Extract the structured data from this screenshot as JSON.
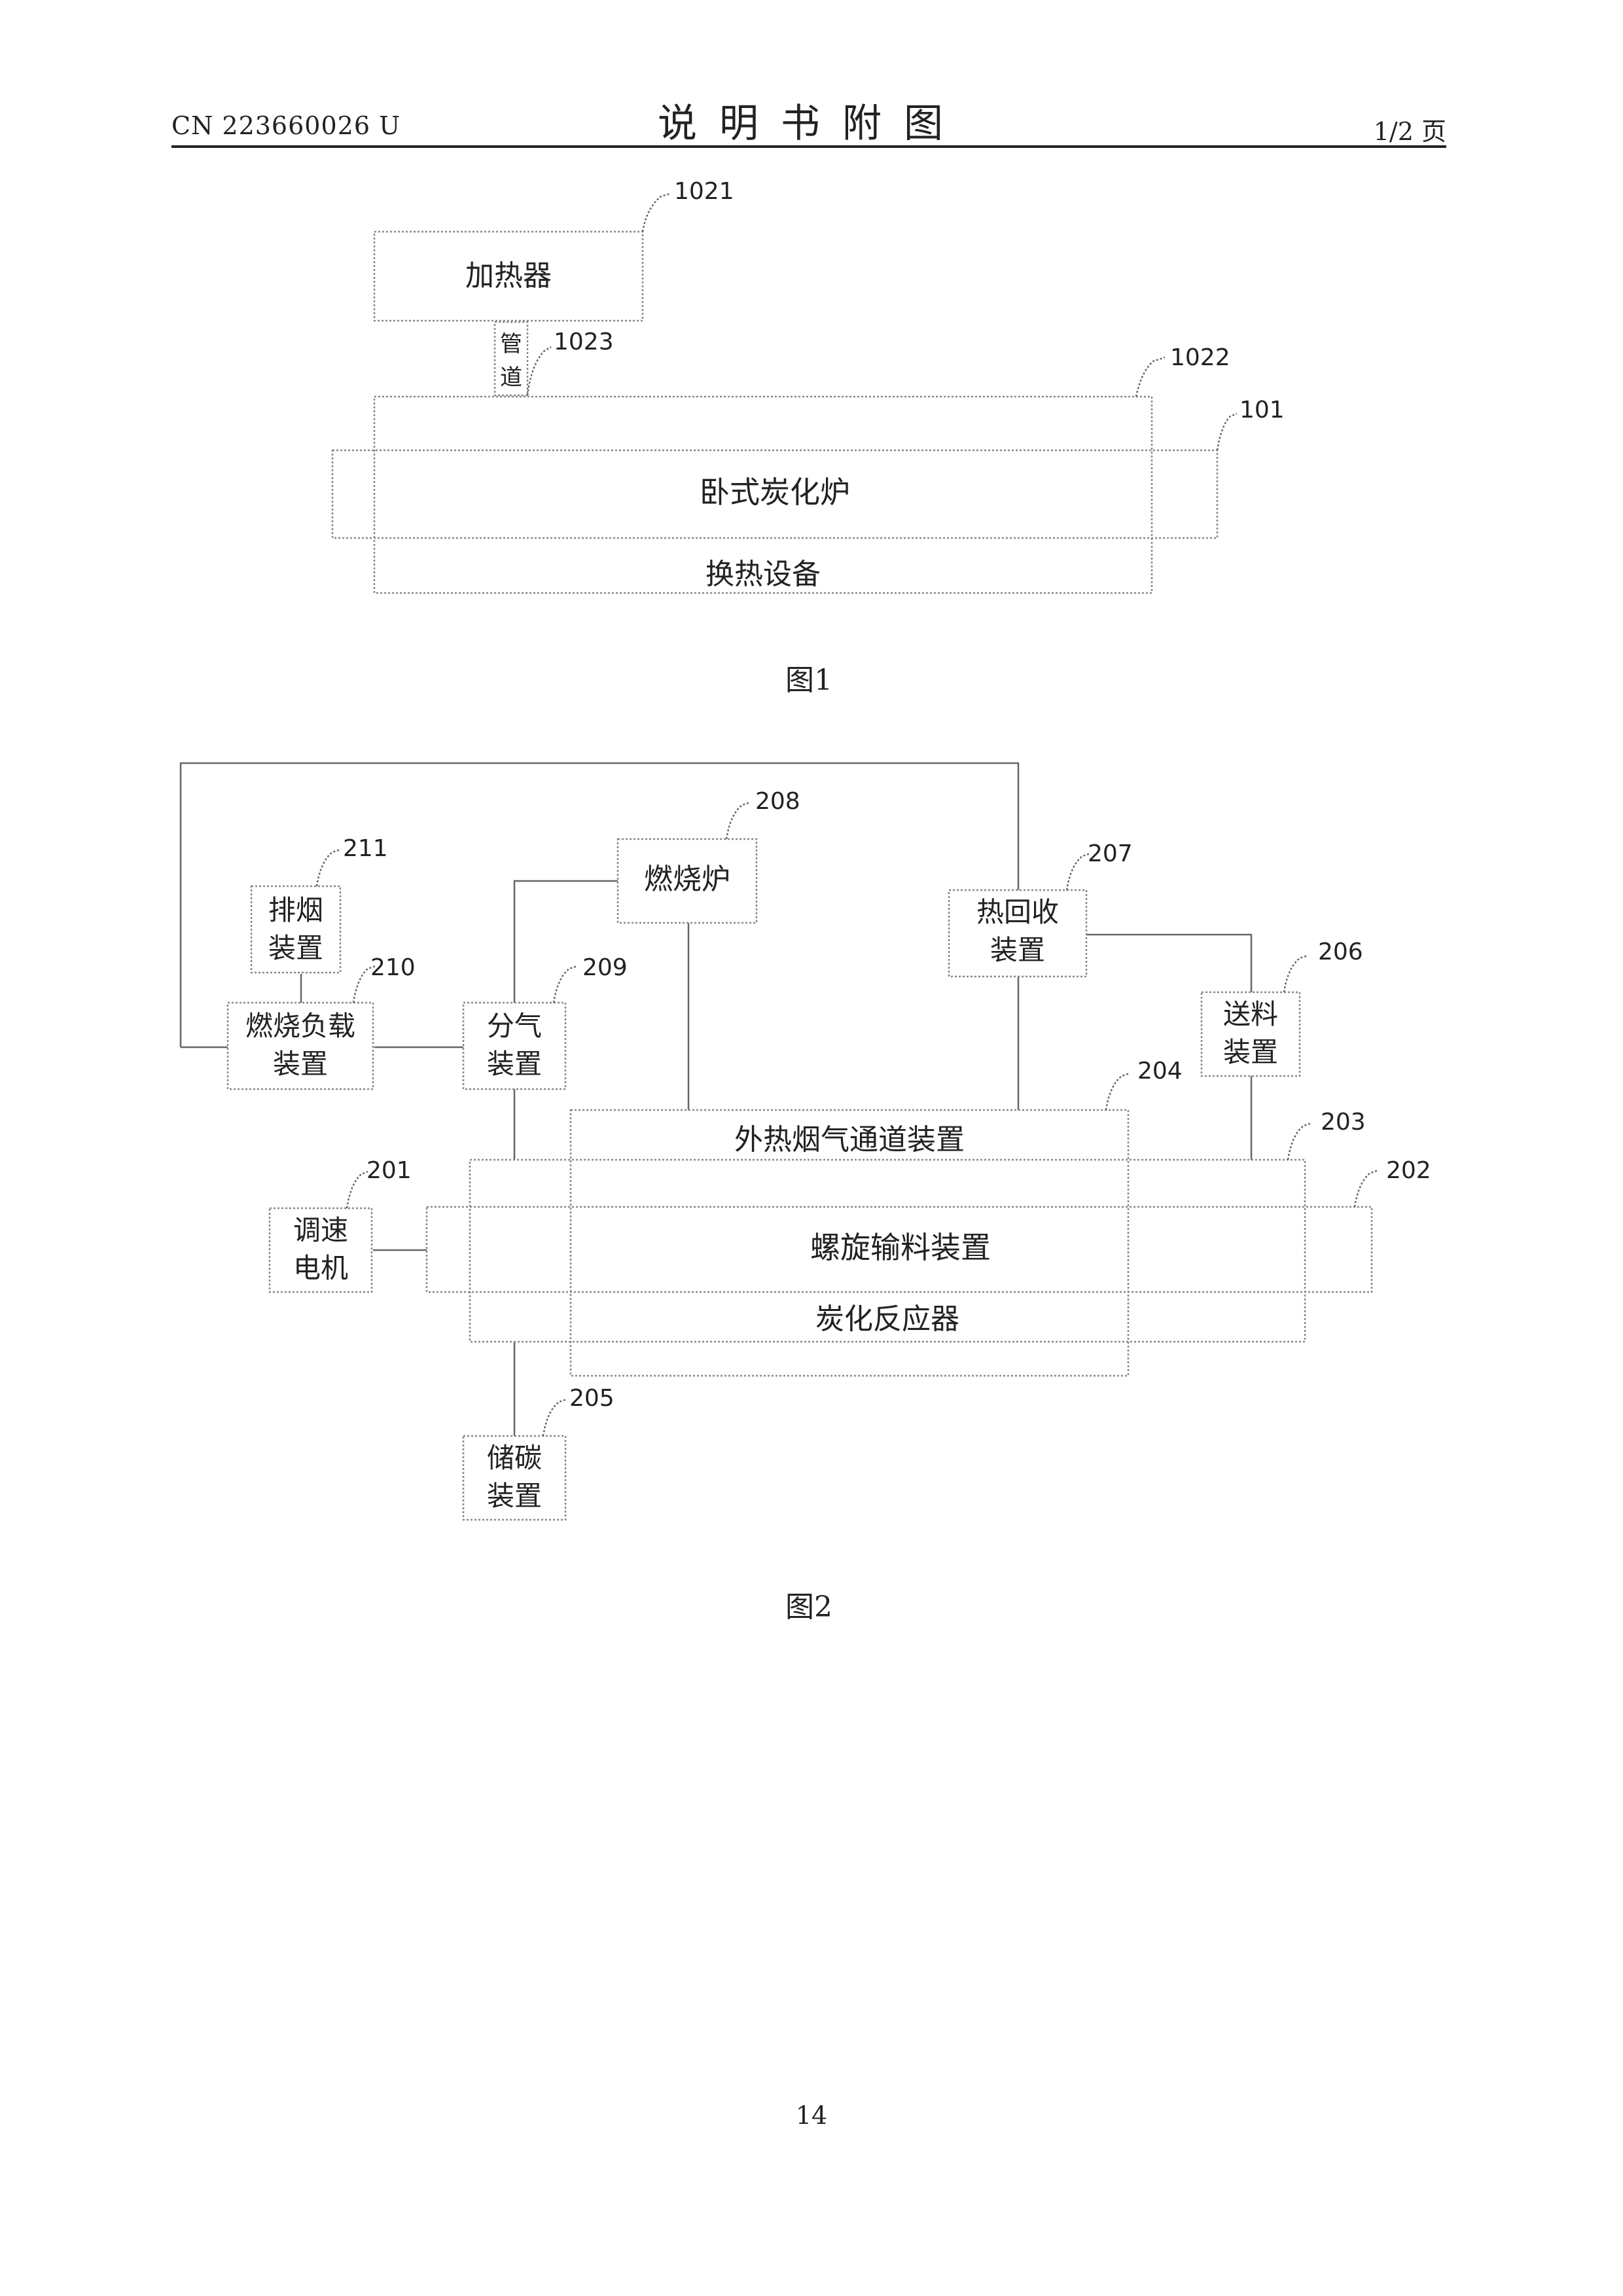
{
  "header": {
    "patent_number": "CN 223660026 U",
    "title": "说明书附图",
    "page_of": "1/2 页"
  },
  "figure1": {
    "caption": "图1",
    "heater": "加热器",
    "pipe_line1": "管",
    "pipe_line2": "道",
    "furnace": "卧式炭化炉",
    "heat_exchanger": "换热设备",
    "ref_heater": "1021",
    "ref_pipe": "1023",
    "ref_heat_exchanger": "1022",
    "ref_furnace": "101"
  },
  "figure2": {
    "caption": "图2",
    "smoke_exhaust_l1": "排烟",
    "smoke_exhaust_l2": "装置",
    "combustion_load_l1": "燃烧负载",
    "combustion_load_l2": "装置",
    "gas_split_l1": "分气",
    "gas_split_l2": "装置",
    "burner": "燃烧炉",
    "heat_recovery_l1": "热回收",
    "heat_recovery_l2": "装置",
    "feeder_l1": "送料",
    "feeder_l2": "装置",
    "flue_channel": "外热烟气通道装置",
    "motor_l1": "调速",
    "motor_l2": "电机",
    "screw_conveyor": "螺旋输料装置",
    "reactor": "炭化反应器",
    "carbon_storage_l1": "储碳",
    "carbon_storage_l2": "装置",
    "ref_211": "211",
    "ref_210": "210",
    "ref_209": "209",
    "ref_208": "208",
    "ref_207": "207",
    "ref_206": "206",
    "ref_204": "204",
    "ref_203": "203",
    "ref_202": "202",
    "ref_201": "201",
    "ref_205": "205"
  },
  "footer": {
    "page_number": "14"
  }
}
